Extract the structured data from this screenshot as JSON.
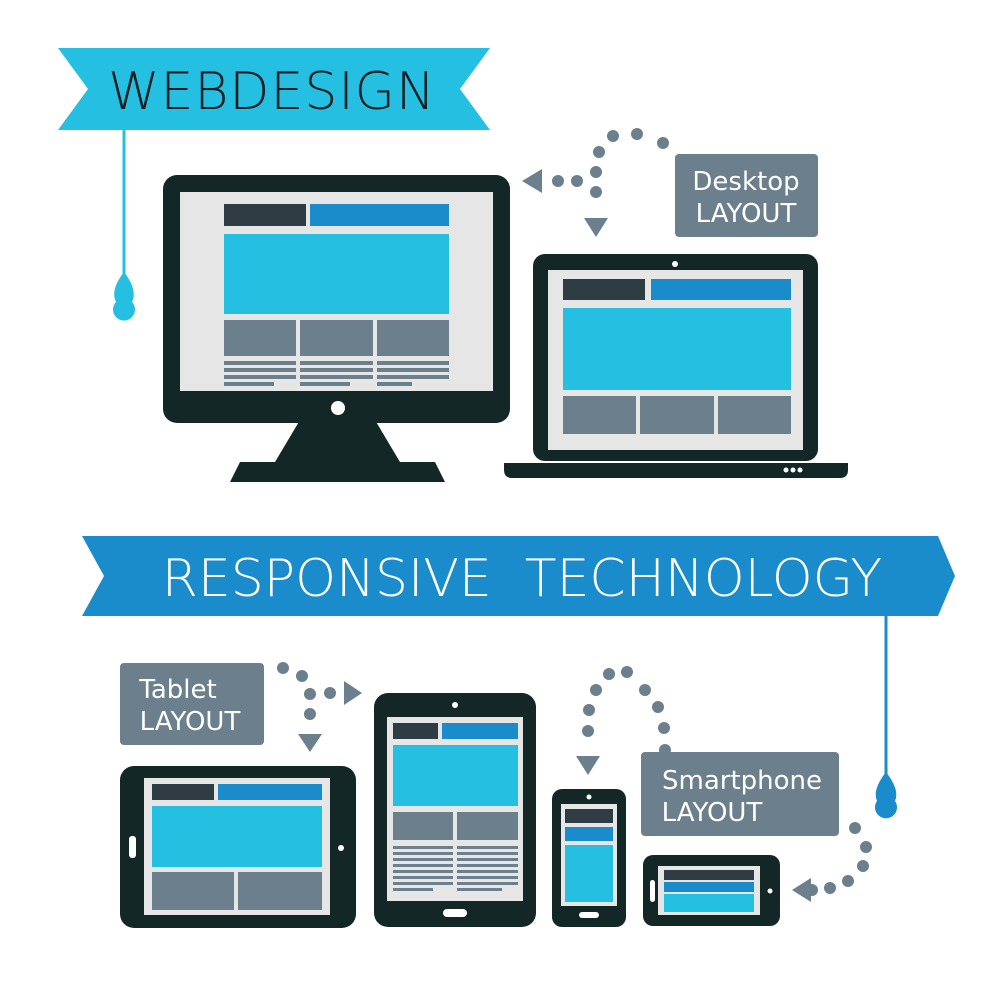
{
  "banners": {
    "webdesign": "WEBDESIGN",
    "responsive": "RESPONSIVE  TECHNOLOGY"
  },
  "labels": {
    "desktop": [
      "Desktop",
      "LAYOUT"
    ],
    "tablet": [
      "Tablet",
      "LAYOUT"
    ],
    "smartphone": [
      "Smartphone",
      "LAYOUT"
    ]
  },
  "colors": {
    "light_blue": "#25bfe2",
    "mid_blue": "#1b8ccb",
    "device_dark": "#132826",
    "screen_bg": "#e6e6e6",
    "panel_gray": "#6b7f8c",
    "label_gray": "#6b7f8c",
    "header_dark": "#2e3c43",
    "dots_gray": "#6b7f8c"
  },
  "icons": [
    "desktop-monitor-icon",
    "laptop-icon",
    "landscape-tablet-icon",
    "portrait-tablet-icon",
    "smartphone-icon",
    "landscape-smartphone-icon",
    "dotted-arrow-icon"
  ]
}
